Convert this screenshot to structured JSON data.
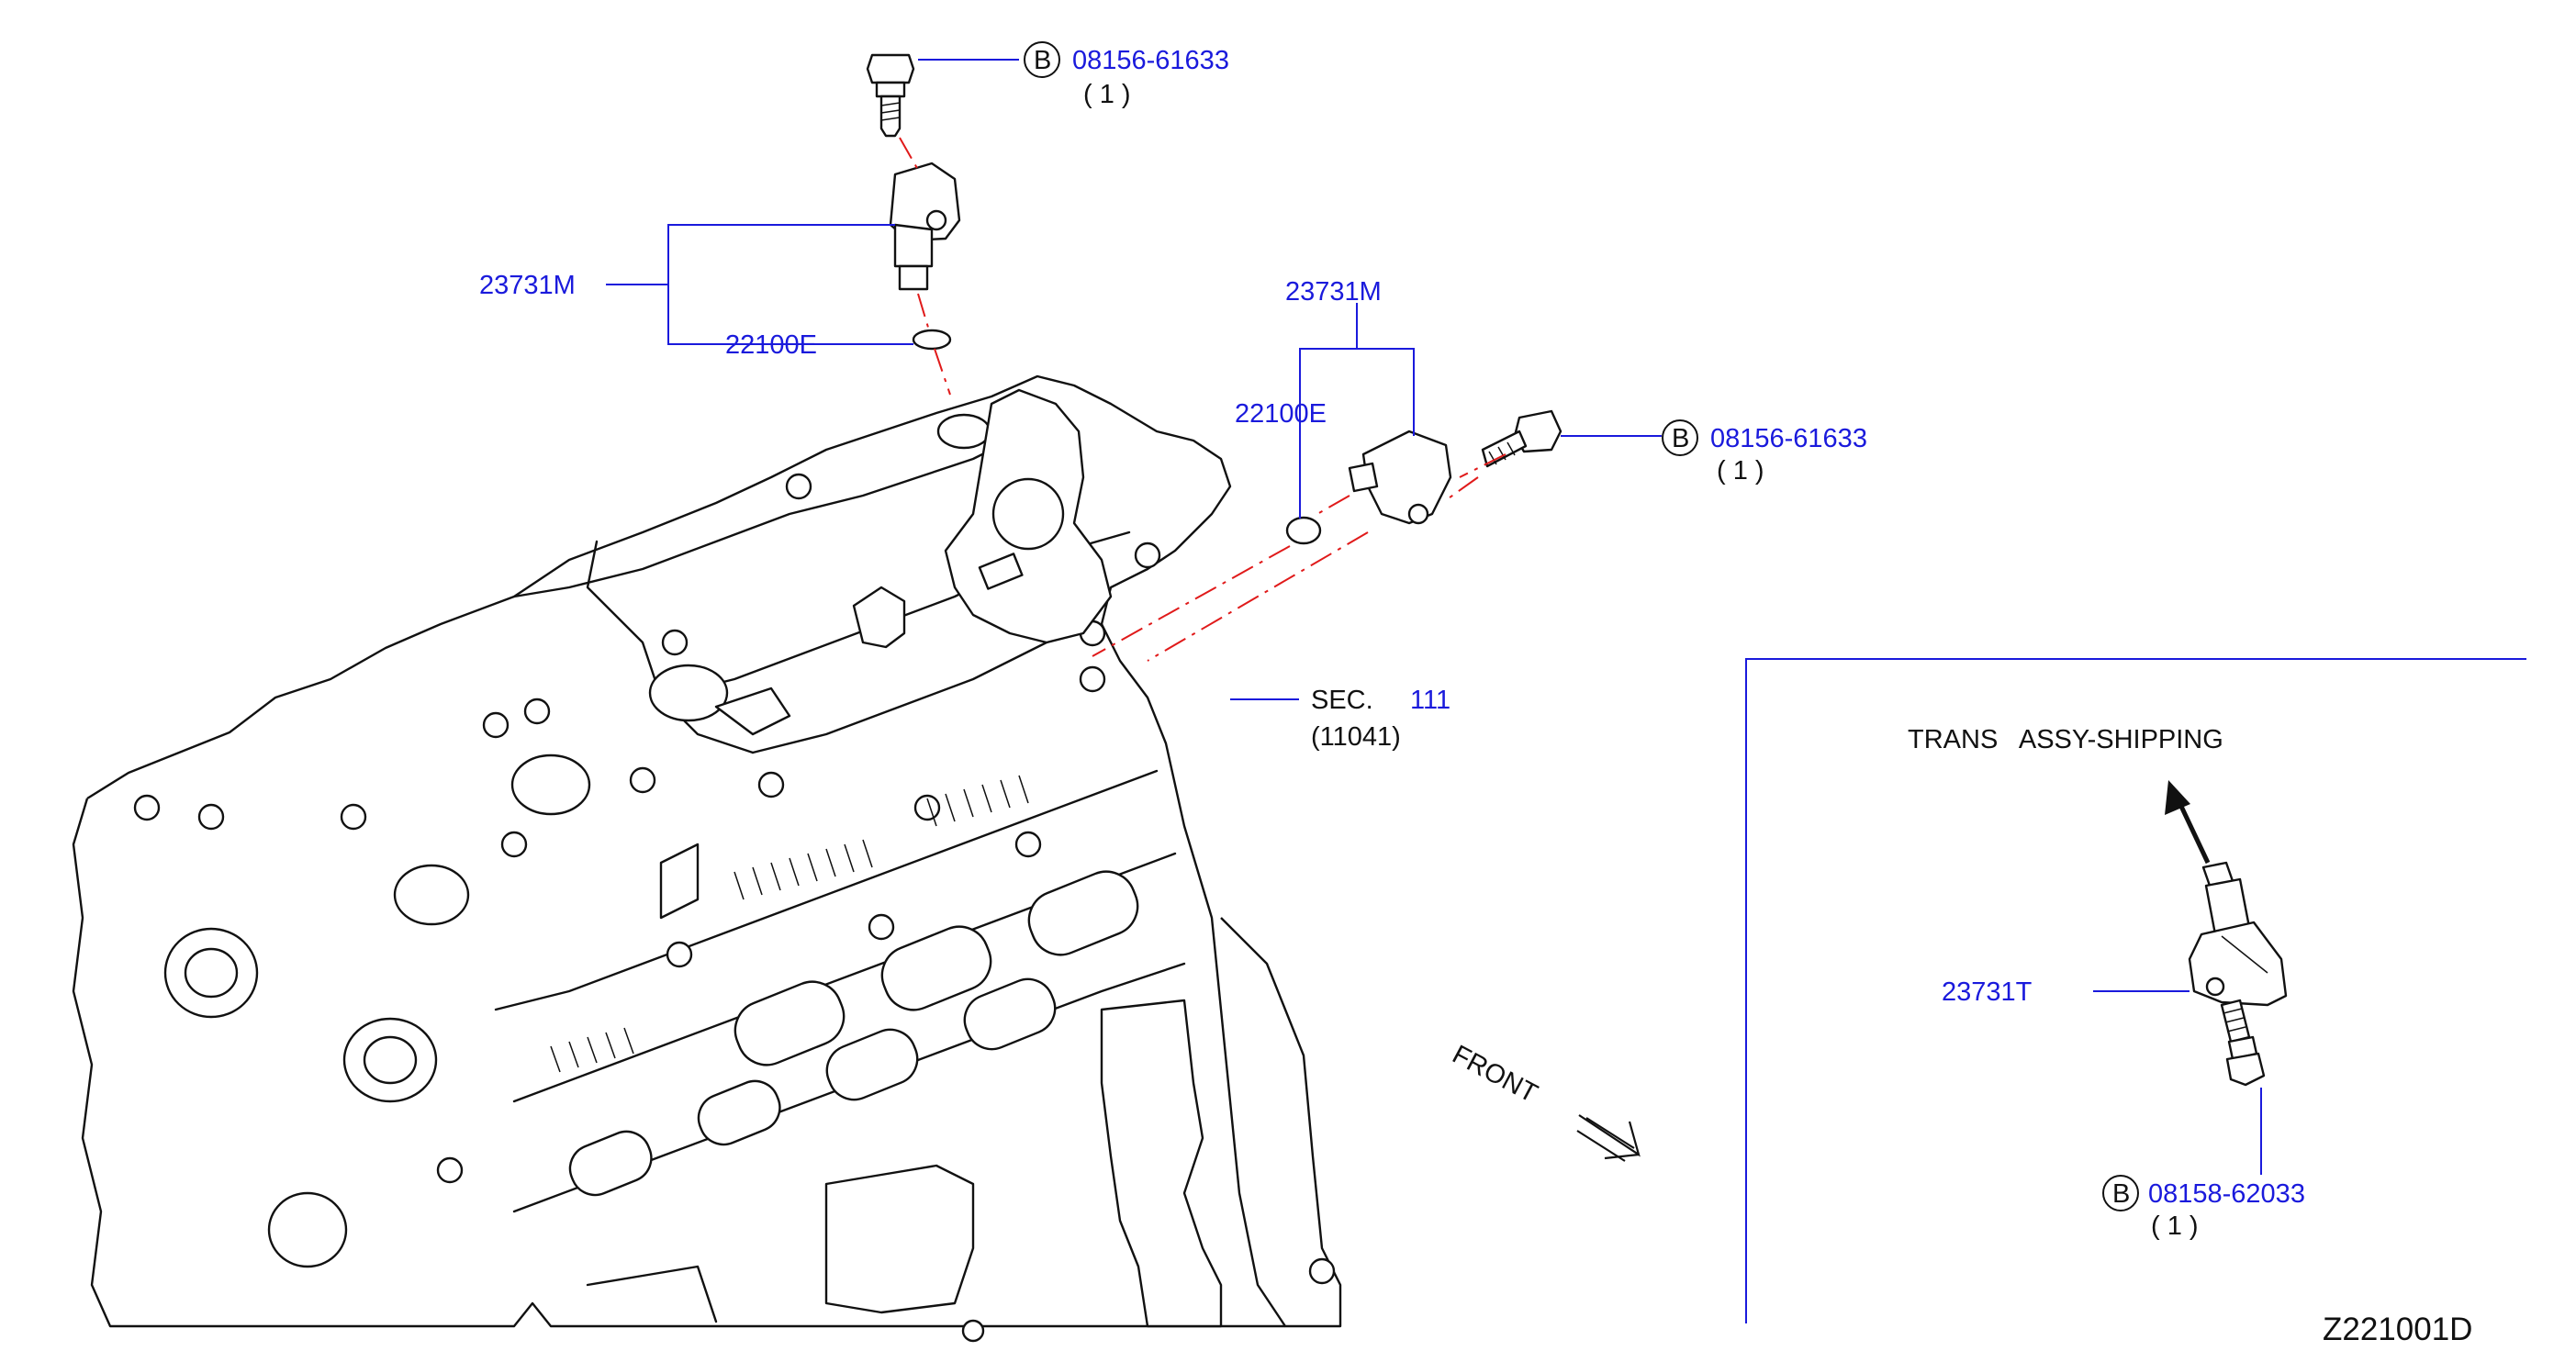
{
  "callouts": {
    "top_bolt_ref": "B",
    "top_bolt_part": "08156-61633",
    "top_bolt_qty": "( 1 )",
    "top_sensor_part": "23731M",
    "top_oring_part": "22100E",
    "right_sensor_part": "23731M",
    "right_oring_part": "22100E",
    "right_bolt_ref": "B",
    "right_bolt_part": "08156-61633",
    "right_bolt_qty": "( 1 )",
    "section_label": "SEC.",
    "section_number": "111",
    "section_sub": "(11041)",
    "front_label": "FRONT"
  },
  "inset": {
    "title": "TRANS   ASSY-SHIPPING",
    "sensor_part": "23731T",
    "bolt_ref": "B",
    "bolt_part": "08158-62033",
    "bolt_qty": "( 1 )"
  },
  "diagram_code": "Z221001D",
  "colors": {
    "callout_blue": "#1a1adc",
    "centerline_red": "#e01a1a",
    "line_black": "#111111"
  }
}
